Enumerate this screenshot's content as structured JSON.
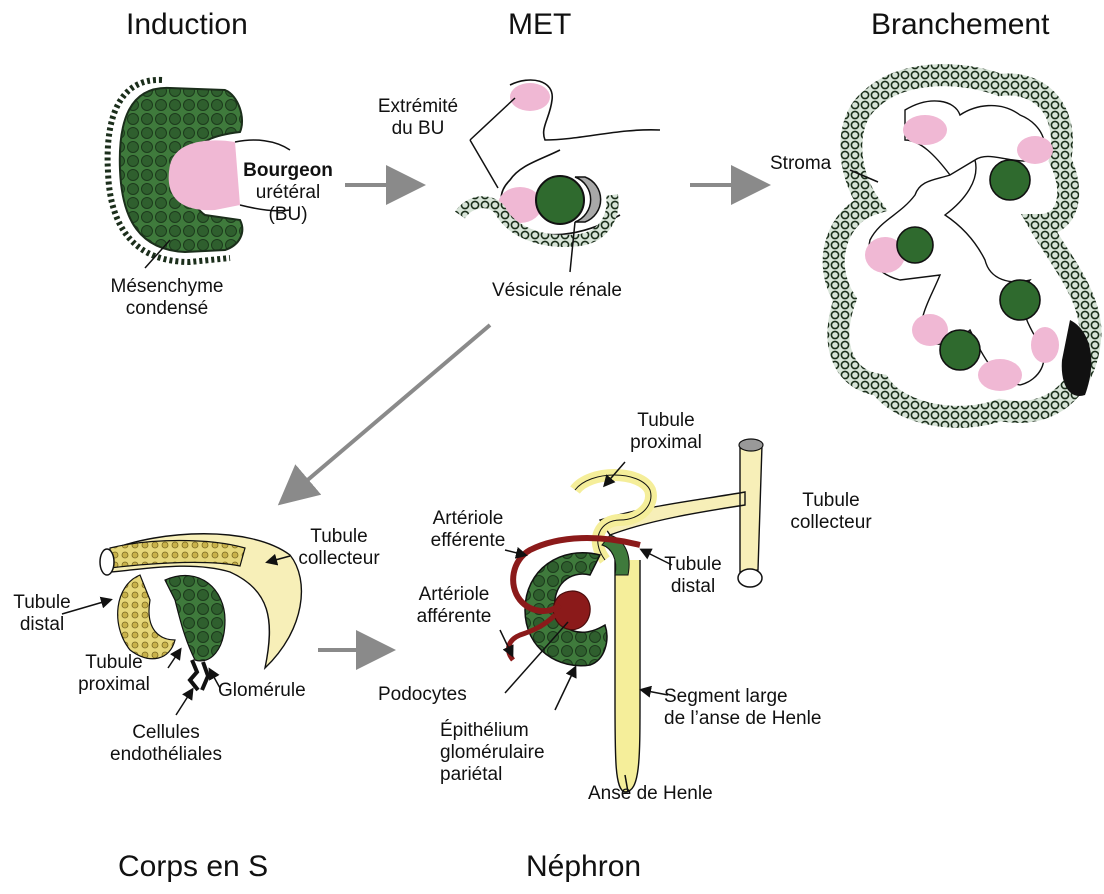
{
  "titles": {
    "induction": "Induction",
    "met": "MET",
    "branchement": "Branchement",
    "corps_en_s": "Corps en S",
    "nephron": "Néphron"
  },
  "labels": {
    "bourgeon_line1": "Bourgeon",
    "bourgeon_line2": "urétéral",
    "bourgeon_line3": "(BU)",
    "mesenchyme_line1": "Mésenchyme",
    "mesenchyme_line2": "condensé",
    "extremite_line1": "Extrémité",
    "extremite_line2": "du BU",
    "vesicule": "Vésicule rénale",
    "stroma": "Stroma",
    "s_tubule_collecteur_1": "Tubule",
    "s_tubule_collecteur_2": "collecteur",
    "s_tubule_distal_1": "Tubule",
    "s_tubule_distal_2": "distal",
    "s_tubule_proximal_1": "Tubule",
    "s_tubule_proximal_2": "proximal",
    "glomerule": "Glomérule",
    "cellules_1": "Cellules",
    "cellules_2": "endothéliales",
    "n_tubule_proximal_1": "Tubule",
    "n_tubule_proximal_2": "proximal",
    "n_tubule_collecteur_1": "Tubule",
    "n_tubule_collecteur_2": "collecteur",
    "arteriole_eff_1": "Artériole",
    "arteriole_eff_2": "efférente",
    "arteriole_aff_1": "Artériole",
    "arteriole_aff_2": "afférente",
    "n_tubule_distal_1": "Tubule",
    "n_tubule_distal_2": "distal",
    "podocytes": "Podocytes",
    "segment_1": "Segment large",
    "segment_2": "de l’anse de Henle",
    "epithelium_1": "Épithélium",
    "epithelium_2": "glomérulaire",
    "epithelium_3": "pariétal",
    "anse": "Anse de Henle"
  },
  "colors": {
    "mesenchyme": "#2e5a2e",
    "cell_green": "#3f7a3c",
    "bud_pink": "#f0b8d4",
    "tubule_yellow": "#f5ee9a",
    "collector_yellow": "#f7efb8",
    "arteriole_red": "#8b1a1a",
    "arrow_gray": "#8a8a8a"
  }
}
